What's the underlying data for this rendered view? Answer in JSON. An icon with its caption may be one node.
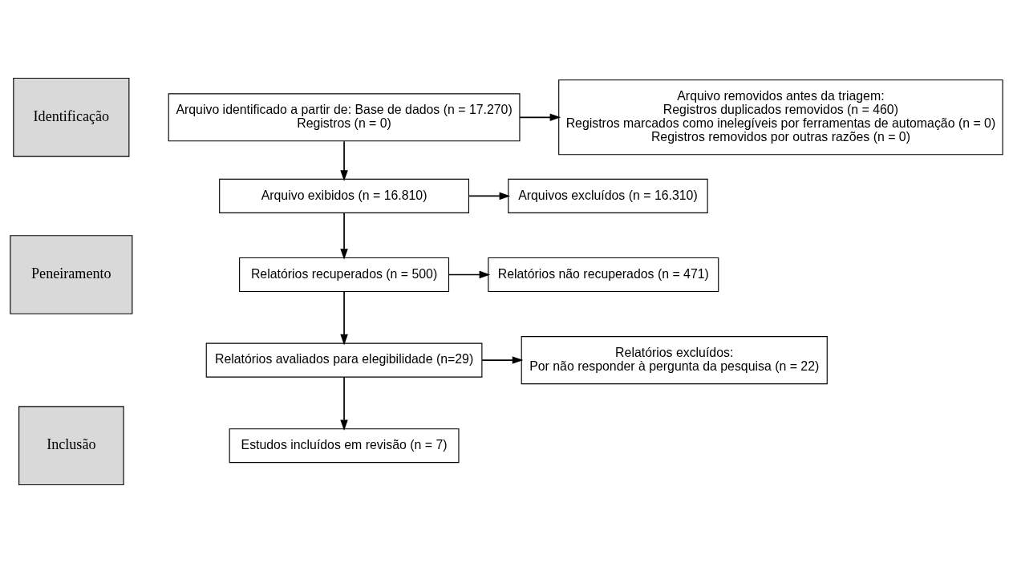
{
  "diagram": {
    "nodes": [
      {
        "text": [
          "Identificação"
        ]
      },
      {
        "text": [
          "Arquivo identificado a partir de: Base de dados (n = 17.270)",
          "Registros (n = 0)"
        ]
      },
      {
        "text": [
          "Arquivo removidos antes da triagem:",
          "Registros duplicados removidos (n = 460)",
          "Registros marcados como inelegíveis por ferramentas de automação (n = 0)",
          "Registros removidos por outras razões (n = 0)"
        ]
      },
      {
        "text": [
          "Peneiramento"
        ]
      },
      {
        "text": [
          "Arquivo exibidos (n = 16.810)"
        ]
      },
      {
        "text": [
          "Arquivos excluídos (n = 16.310)"
        ]
      },
      {
        "text": [
          "Relatórios recuperados (n = 500)"
        ]
      },
      {
        "text": [
          "Relatórios não recuperados (n = 471)"
        ]
      },
      {
        "text": [
          "Relatórios avaliados para elegibilidade (n=29)"
        ]
      },
      {
        "text": [
          "Relatórios excluídos:",
          "Por não responder à pergunta da pesquisa (n = 22)"
        ]
      },
      {
        "text": [
          "Inclusão"
        ]
      },
      {
        "text": [
          "Estudos incluídos em revisão (n = 7)"
        ]
      }
    ],
    "edges": [
      {
        "from": 1,
        "to": 2,
        "arrow": "to"
      },
      {
        "from": 1,
        "to": 4,
        "arrow": "to"
      },
      {
        "from": 4,
        "to": 5,
        "arrow": "to"
      },
      {
        "from": 4,
        "to": 6,
        "arrow": "to"
      },
      {
        "from": 6,
        "to": 7,
        "arrow": "to"
      },
      {
        "from": 6,
        "to": 8,
        "arrow": "to"
      },
      {
        "from": 8,
        "to": 9,
        "arrow": "to"
      },
      {
        "from": 8,
        "to": 11,
        "arrow": "to"
      }
    ]
  }
}
